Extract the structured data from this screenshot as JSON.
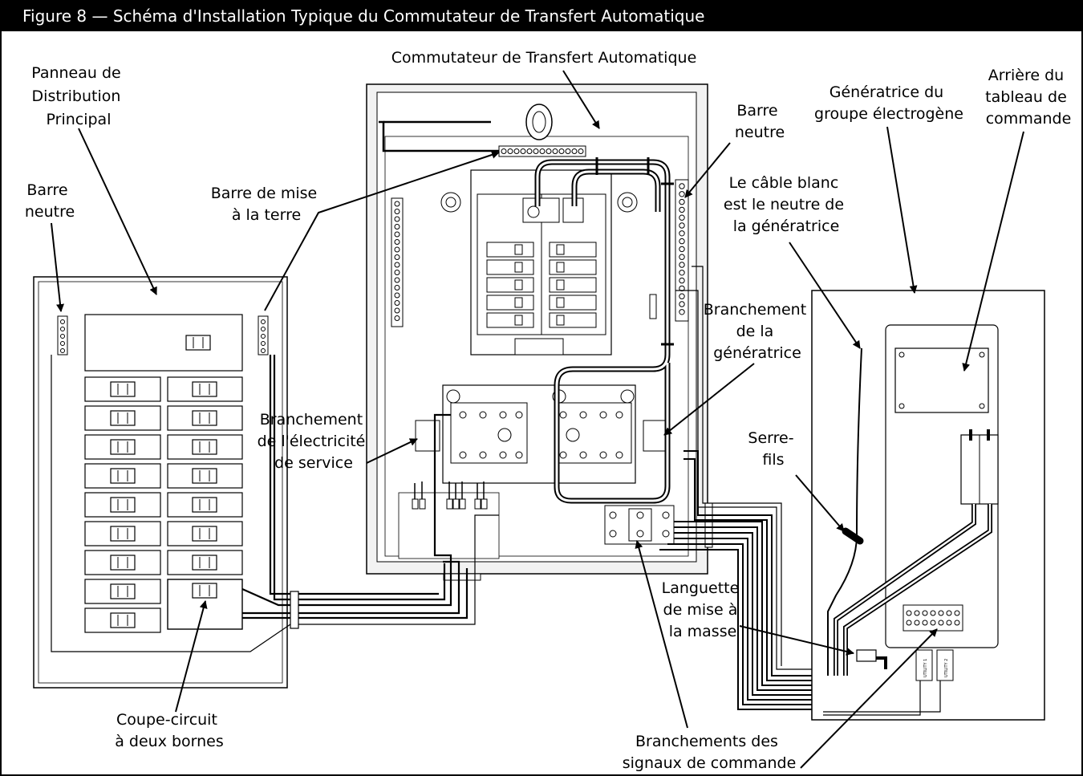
{
  "title": "Figure 8 — Schéma d'Installation Typique du Commutateur de Transfert Automatique",
  "labels": {
    "main_panel": [
      "Panneau de",
      "Distribution",
      "Principal"
    ],
    "neutral_bar_left": [
      "Barre",
      "neutre"
    ],
    "ground_bar": [
      "Barre de mise",
      "à la terre"
    ],
    "ats": [
      "Commutateur de Transfert Automatique"
    ],
    "neutral_bar_right": [
      "Barre",
      "neutre"
    ],
    "generator": [
      "Génératrice du",
      "groupe électrogène"
    ],
    "control_panel_rear": [
      "Arrière du",
      "tableau de",
      "commande"
    ],
    "white_cable": [
      "Le câble blanc",
      "est le neutre de",
      "la génératrice"
    ],
    "generator_connection": [
      "Branchement",
      "de la",
      "génératrice"
    ],
    "utility_connection": [
      "Branchement",
      "de l'électricité",
      "de service"
    ],
    "wire_nut": [
      "Serre-",
      "fils"
    ],
    "ground_lug": [
      "Languette",
      "de mise à",
      "la masse"
    ],
    "two_pole_breaker": [
      "Coupe-circuit",
      "à deux bornes"
    ],
    "control_signals": [
      "Branchements des",
      "signaux de commande"
    ]
  },
  "terminal_tags": {
    "utility_1": "UTILITY 1",
    "utility_2": "UTILITY 2"
  },
  "colors": {
    "ink": "#000000",
    "paper": "#ffffff",
    "panel_fill": "#f2f2f2"
  }
}
